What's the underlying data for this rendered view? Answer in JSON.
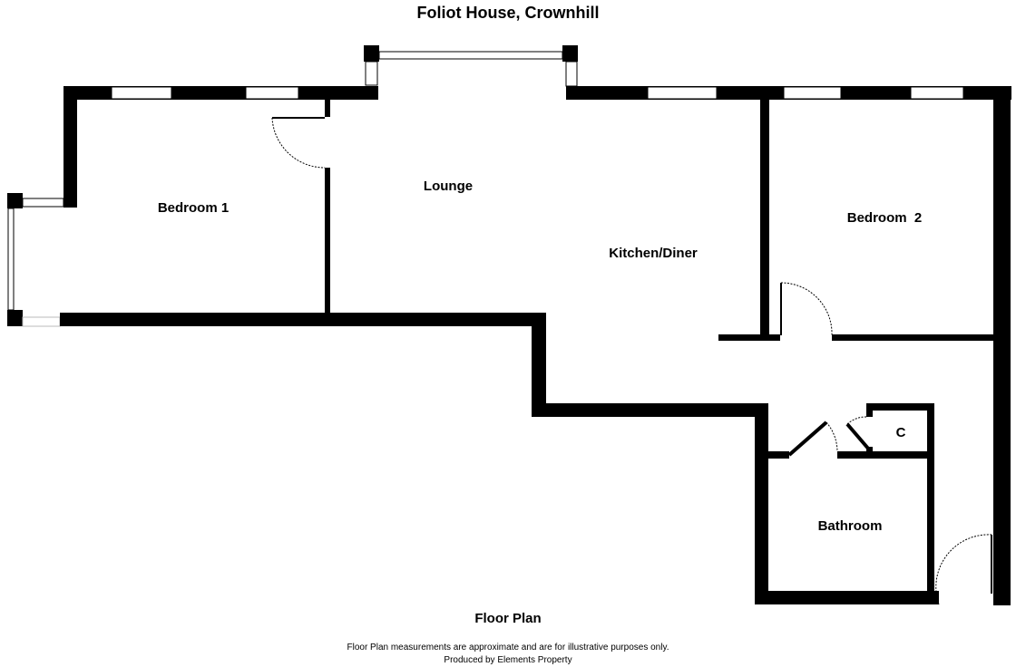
{
  "title": "Foliot House, Crownhill",
  "rooms": {
    "bedroom1": "Bedroom 1",
    "lounge": "Lounge",
    "kitchen": "Kitchen/Diner",
    "bedroom2": "Bedroom  2",
    "cupboard": "C",
    "bathroom": "Bathroom"
  },
  "footer": {
    "label": "Floor Plan",
    "disclaimer": "Floor Plan measurements are approximate and are for illustrative purposes only.",
    "credit": "Produced by Elements Property"
  }
}
